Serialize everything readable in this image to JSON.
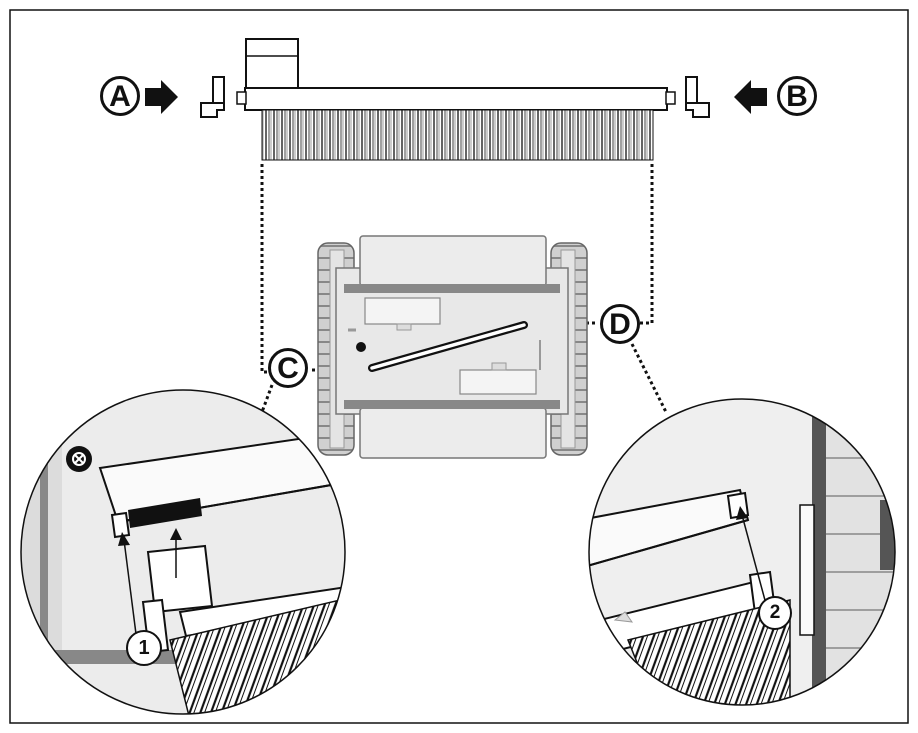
{
  "labels": {
    "a": "A",
    "b": "B",
    "c": "C",
    "d": "D"
  },
  "step_badges": {
    "left": "1",
    "right": "2"
  },
  "warning_icon": "x-circle-icon",
  "colors": {
    "line": "#111111",
    "panel": "#eeeeee",
    "panel_dark": "#c8c8c8",
    "accent_dark": "#555555",
    "background": "#ffffff"
  }
}
